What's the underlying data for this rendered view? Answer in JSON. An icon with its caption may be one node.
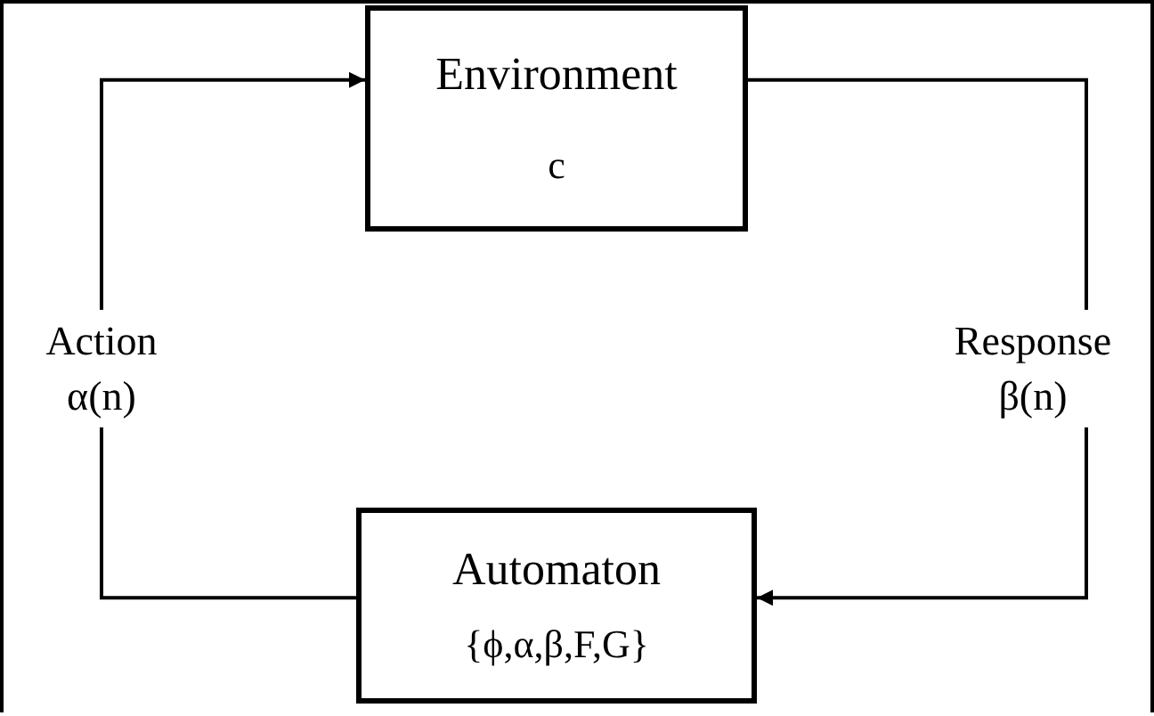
{
  "diagram": {
    "nodes": [
      {
        "text": [
          "Environment",
          "c"
        ]
      },
      {
        "text": [
          "Automaton",
          "{ϕ,α,β,F,G}"
        ]
      }
    ],
    "edges": [
      {
        "from": 1,
        "to": 0,
        "arrow": "to",
        "label": "Action α(n)"
      },
      {
        "from": 0,
        "to": 1,
        "arrow": "to",
        "label": "Response β(n)"
      }
    ]
  }
}
